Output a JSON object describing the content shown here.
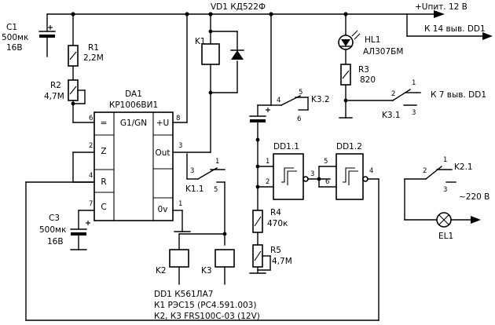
{
  "labels": {
    "vd1": "VD1 КД522Ф",
    "supply": "+Uпит. 12 В",
    "to14": "К 14 выв. DD1",
    "to7": "К 7 выв. DD1",
    "c1_name": "C1",
    "c1_val": "500мк",
    "c1_volt": "16В",
    "r1_name": "R1",
    "r1_val": "2,2М",
    "r2_name": "R2",
    "r2_val": "4,7М",
    "da1_name": "DA1",
    "da1_type": "КР1006ВИ1",
    "k1": "K1",
    "hl1_name": "HL1",
    "hl1_type": "АЛ307БМ",
    "r3_name": "R3",
    "r3_val": "820",
    "k32": "K3.2",
    "k31": "K3.1",
    "k11": "K1.1",
    "dd11": "DD1.1",
    "dd12": "DD1.2",
    "k21": "K2.1",
    "mains": "~220 В",
    "el1": "EL1",
    "c3_name": "C3",
    "c3_val": "500мк",
    "c3_volt": "16В",
    "r4_name": "R4",
    "r4_val": "470к",
    "r5_name": "R5",
    "r5_val": "4,7М",
    "k2": "K2",
    "k3": "K3",
    "note1": "DD1 К561ЛА7",
    "note2": "К1 РЭС15 (РС4.591.003)",
    "note3": "К2, К3 FRS100C-03 (12V)"
  },
  "chip": {
    "p_eq": "=",
    "p_g1gn": "G1/GN",
    "p_plusu": "+U",
    "p_z": "Z",
    "p_out": "Out",
    "p_r": "R",
    "p_c": "C",
    "p_0v": "0v"
  },
  "pins": {
    "da1_6": "6",
    "da1_8": "8",
    "da1_2": "2",
    "da1_3": "3",
    "da1_4": "4",
    "da1_7": "7",
    "da1_1": "1",
    "k11_1": "1",
    "k11_3": "3",
    "k11_5": "5",
    "k32_4": "4",
    "k32_5": "5",
    "k32_6": "6",
    "k31_1": "1",
    "k31_2": "2",
    "k31_3": "3",
    "k21_1": "1",
    "k21_2": "2",
    "k21_3": "3",
    "dd11_1": "1",
    "dd11_2": "2",
    "dd11_3": "3",
    "dd12_5": "5",
    "dd12_6": "6",
    "dd12_4": "4"
  }
}
